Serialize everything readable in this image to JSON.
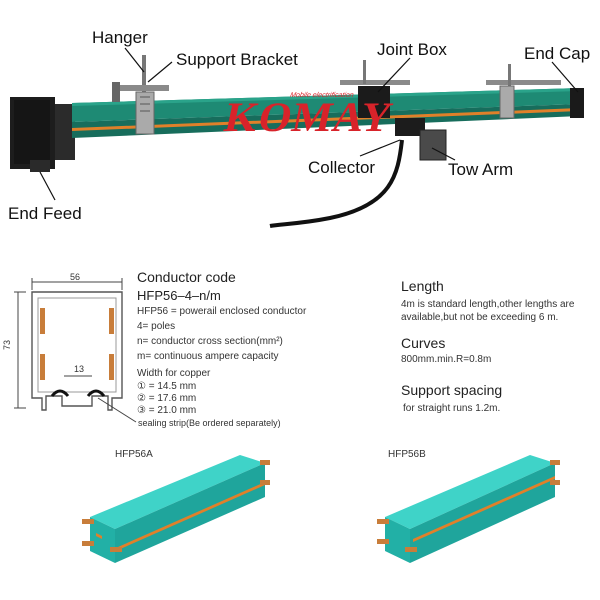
{
  "labels": {
    "hanger": "Hanger",
    "support_bracket": "Support Bracket",
    "joint_box": "Joint Box",
    "end_cap": "End Cap",
    "collector": "Collector",
    "tow_arm": "Tow Arm",
    "end_feed": "End Feed"
  },
  "brand": {
    "logo_text": "KOMAY",
    "tagline": "Mobile electrification",
    "logo_color": "#d8232a"
  },
  "cross_section": {
    "width_dim": "56",
    "height_dim": "73",
    "gap_dim": "13",
    "sealing_note": "sealing strip(Be ordered separately)"
  },
  "conductor_code": {
    "title": "Conductor code",
    "code": "HFP56–4–n/m",
    "lines": [
      {
        "key": "HFP56 =",
        "text": " powerail enclosed conductor"
      },
      {
        "key": "4=",
        "text": " poles"
      },
      {
        "key": "n=",
        "text": " conductor cross section(mm²)"
      },
      {
        "key": "m=",
        "text": " continuous ampere capacity"
      }
    ],
    "width_title": "Width for copper",
    "widths": [
      "① = 14.5 mm",
      "② = 17.6 mm",
      "③ = 21.0 mm"
    ]
  },
  "specs": {
    "length_title": "Length",
    "length_text_1": "4m is standard length,other lengths are",
    "length_text_2": "available,but not be exceeding 6 m.",
    "curves_title": "Curves",
    "curves_text": "800mm.min.R=0.8m",
    "support_title": "Support spacing",
    "support_text": "for straight runs 1.2m."
  },
  "products": [
    "HFP56A",
    "HFP56B"
  ],
  "colors": {
    "rail_green": "#1e8a74",
    "rail_teal": "#22b9b0",
    "copper": "#c87d3a",
    "orange_stripe": "#e0802a"
  }
}
